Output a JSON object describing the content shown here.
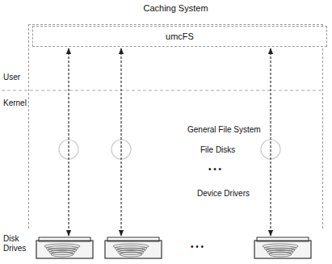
{
  "diagram": {
    "nodes": [
      {
        "text": [
          "Caching System"
        ]
      },
      {
        "text": [
          "umcFS"
        ],
        "in": 0
      },
      {
        "text": [
          "Disk Drives"
        ]
      }
    ],
    "edges": [
      {
        "from": 1,
        "to": 2,
        "arrow": "both"
      },
      {
        "from": 1,
        "to": 2,
        "arrow": "both"
      },
      {
        "from": 1,
        "to": 2,
        "arrow": "both"
      }
    ],
    "labels": [
      "User",
      "Kernel",
      "General File System",
      "File Disks",
      "• • •",
      "Device Drivers",
      "• • •"
    ]
  }
}
